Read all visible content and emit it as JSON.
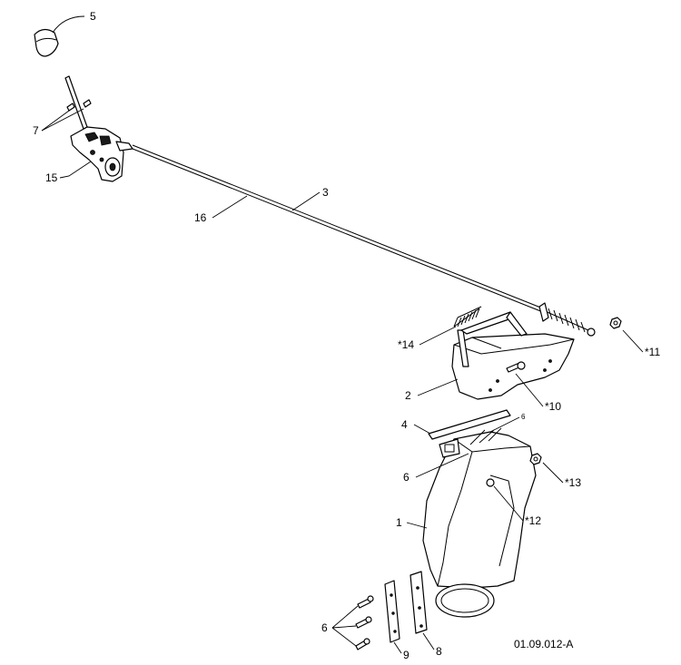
{
  "callouts": {
    "c1": "1",
    "c2": "2",
    "c3": "3",
    "c4": "4",
    "c5": "5",
    "c6a": "6",
    "c6b": "6",
    "c6c": "6",
    "c7": "7",
    "c8": "8",
    "c9": "9",
    "c10": "*10",
    "c11": "*11",
    "c12": "*12",
    "c13": "*13",
    "c14": "*14",
    "c15": "15",
    "c16": "16"
  },
  "figure_id": "01.09.012-A"
}
